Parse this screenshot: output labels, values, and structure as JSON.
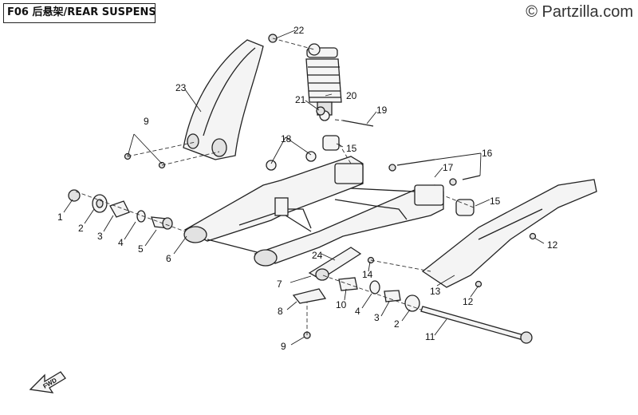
{
  "header": {
    "code": "F06",
    "title_cn": "后悬架",
    "title_en": "/REAR SUSPENSION"
  },
  "watermark": "© Partzilla.com",
  "fwd_label": "FWD",
  "callouts": [
    {
      "id": "c1",
      "label": "1"
    },
    {
      "id": "c2a",
      "label": "2"
    },
    {
      "id": "c3a",
      "label": "3"
    },
    {
      "id": "c4a",
      "label": "4"
    },
    {
      "id": "c5",
      "label": "5"
    },
    {
      "id": "c6",
      "label": "6"
    },
    {
      "id": "c7",
      "label": "7"
    },
    {
      "id": "c8",
      "label": "8"
    },
    {
      "id": "c9a",
      "label": "9"
    },
    {
      "id": "c9b",
      "label": "9"
    },
    {
      "id": "c10",
      "label": "10"
    },
    {
      "id": "c4b",
      "label": "4"
    },
    {
      "id": "c3b",
      "label": "3"
    },
    {
      "id": "c2b",
      "label": "2"
    },
    {
      "id": "c11",
      "label": "11"
    },
    {
      "id": "c12a",
      "label": "12"
    },
    {
      "id": "c12b",
      "label": "12"
    },
    {
      "id": "c13",
      "label": "13"
    },
    {
      "id": "c14",
      "label": "14"
    },
    {
      "id": "c15a",
      "label": "15"
    },
    {
      "id": "c15b",
      "label": "15"
    },
    {
      "id": "c16",
      "label": "16"
    },
    {
      "id": "c17",
      "label": "17"
    },
    {
      "id": "c18",
      "label": "18"
    },
    {
      "id": "c19",
      "label": "19"
    },
    {
      "id": "c20",
      "label": "20"
    },
    {
      "id": "c21",
      "label": "21"
    },
    {
      "id": "c22",
      "label": "22"
    },
    {
      "id": "c23",
      "label": "23"
    },
    {
      "id": "c24",
      "label": "24"
    }
  ]
}
